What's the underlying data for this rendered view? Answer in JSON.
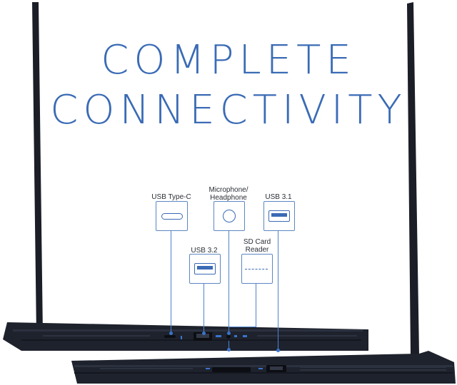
{
  "headline": {
    "line1": "COMPLETE",
    "line2": "CONNECTIVITY"
  },
  "ports": {
    "usb_type_c": "USB Type-C",
    "mic_headphone_line1": "Microphone/",
    "mic_headphone_line2": "Headphone",
    "usb_31": "USB 3.1",
    "usb_32": "USB 3.2",
    "sd_card_line1": "SD Card",
    "sd_card_line2": "Reader"
  },
  "colors": {
    "accent": "#3a6bb5",
    "laptop": "#1b1e27",
    "line": "#4d83d1"
  }
}
